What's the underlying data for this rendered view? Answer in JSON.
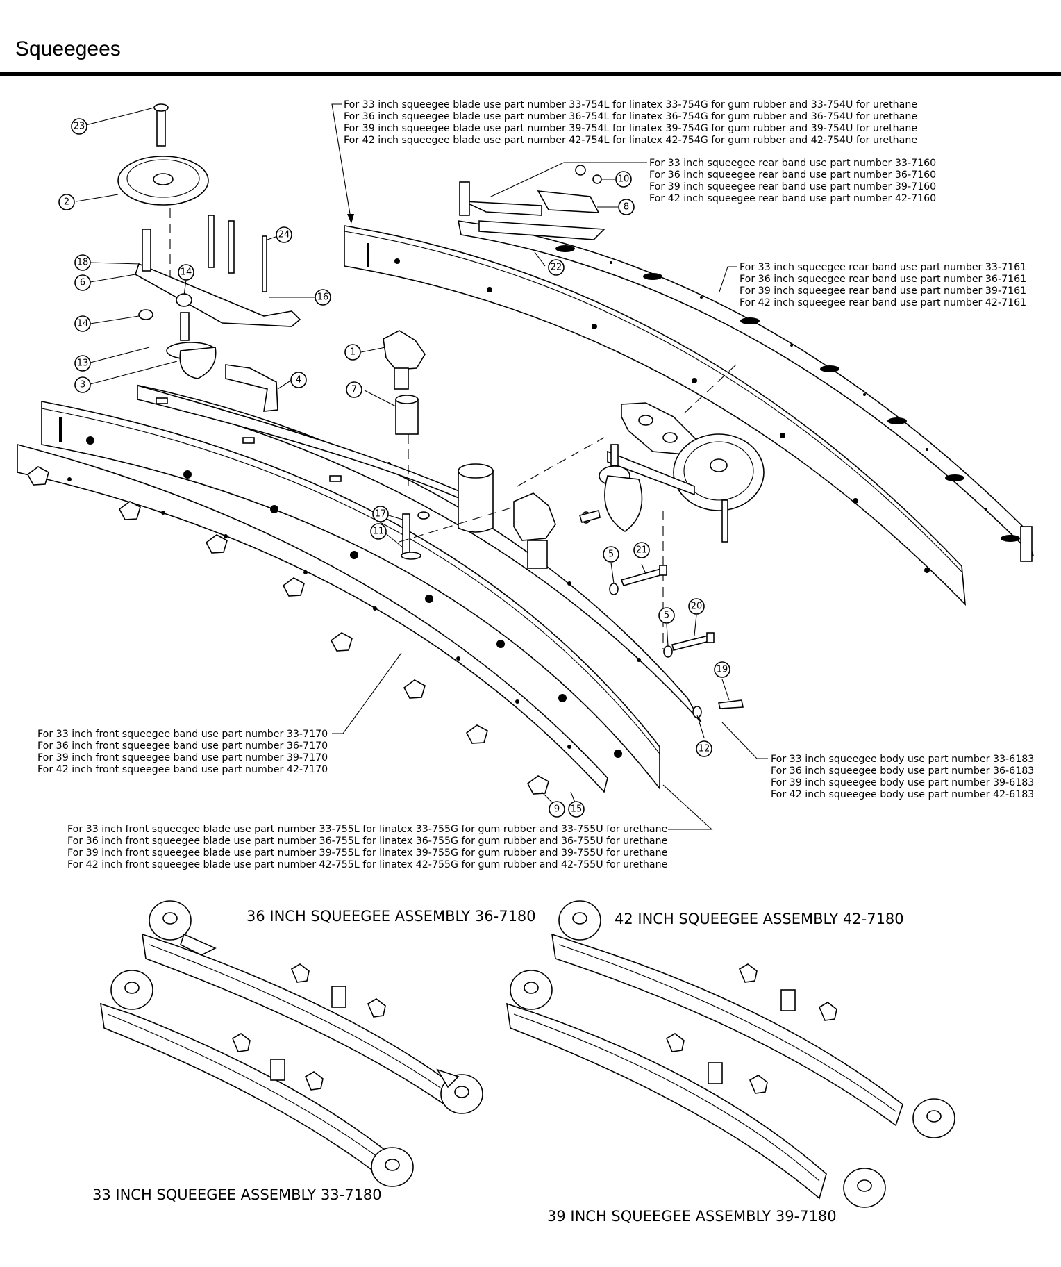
{
  "page": {
    "title": "Squeegees"
  },
  "notes": {
    "squeegee_blade": [
      "For 33 inch squeegee blade use part number 33-754L for linatex 33-754G for gum rubber and 33-754U for urethane",
      "For 36 inch squeegee blade use part number 36-754L for linatex 36-754G for gum rubber and 36-754U for urethane",
      "For 39 inch squeegee blade use part number 39-754L for linatex 39-754G for gum rubber and 39-754U for urethane",
      "For 42 inch squeegee blade use part number 42-754L for linatex 42-754G for gum rubber and 42-754U for urethane"
    ],
    "rear_band_7160": [
      "For 33 inch squeegee rear band use part number 33-7160",
      "For 36 inch squeegee rear band use part number 36-7160",
      "For 39 inch squeegee rear band use part number 39-7160",
      "For 42 inch squeegee rear band use part number 42-7160"
    ],
    "rear_band_7161": [
      "For 33 inch squeegee rear band use part number 33-7161",
      "For 36 inch squeegee rear band use part number 36-7161",
      "For 39 inch squeegee rear band use part number 39-7161",
      "For 42 inch squeegee rear band use part number 42-7161"
    ],
    "front_band": [
      "For 33 inch front squeegee band use part number 33-7170",
      "For 36 inch front squeegee band use part number 36-7170",
      "For 39 inch front squeegee band use part number 39-7170",
      "For 42 inch front squeegee band use part number 42-7170"
    ],
    "body": [
      "For 33 inch squeegee body use part number 33-6183",
      "For 36 inch squeegee body use part number 36-6183",
      "For 39 inch squeegee body use part number 39-6183",
      "For 42 inch squeegee body use part number 42-6183"
    ],
    "front_blade": [
      "For 33 inch front squeegee blade use part number 33-755L for linatex 33-755G for gum rubber and 33-755U for urethane",
      "For 36 inch front squeegee blade use part number 36-755L for linatex 36-755G for gum rubber and 36-755U for urethane",
      "For 39 inch front squeegee blade use part number 39-755L for linatex 39-755G for gum rubber and 39-755U for urethane",
      "For 42 inch front squeegee blade use part number 42-755L for linatex 42-755G for gum rubber and 42-755U for urethane"
    ]
  },
  "assemblies": {
    "a36": "36 INCH SQUEEGEE ASSEMBLY 36-7180",
    "a42": "42 INCH SQUEEGEE ASSEMBLY 42-7180",
    "a33": "33 INCH SQUEEGEE ASSEMBLY 33-7180",
    "a39": "39 INCH SQUEEGEE ASSEMBLY 39-7180"
  },
  "callouts": [
    "23",
    "2",
    "24",
    "18",
    "6",
    "14",
    "14",
    "16",
    "13",
    "3",
    "4",
    "10",
    "8",
    "22",
    "1",
    "7",
    "17",
    "11",
    "5",
    "21",
    "20",
    "5",
    "19",
    "12",
    "9",
    "15"
  ]
}
